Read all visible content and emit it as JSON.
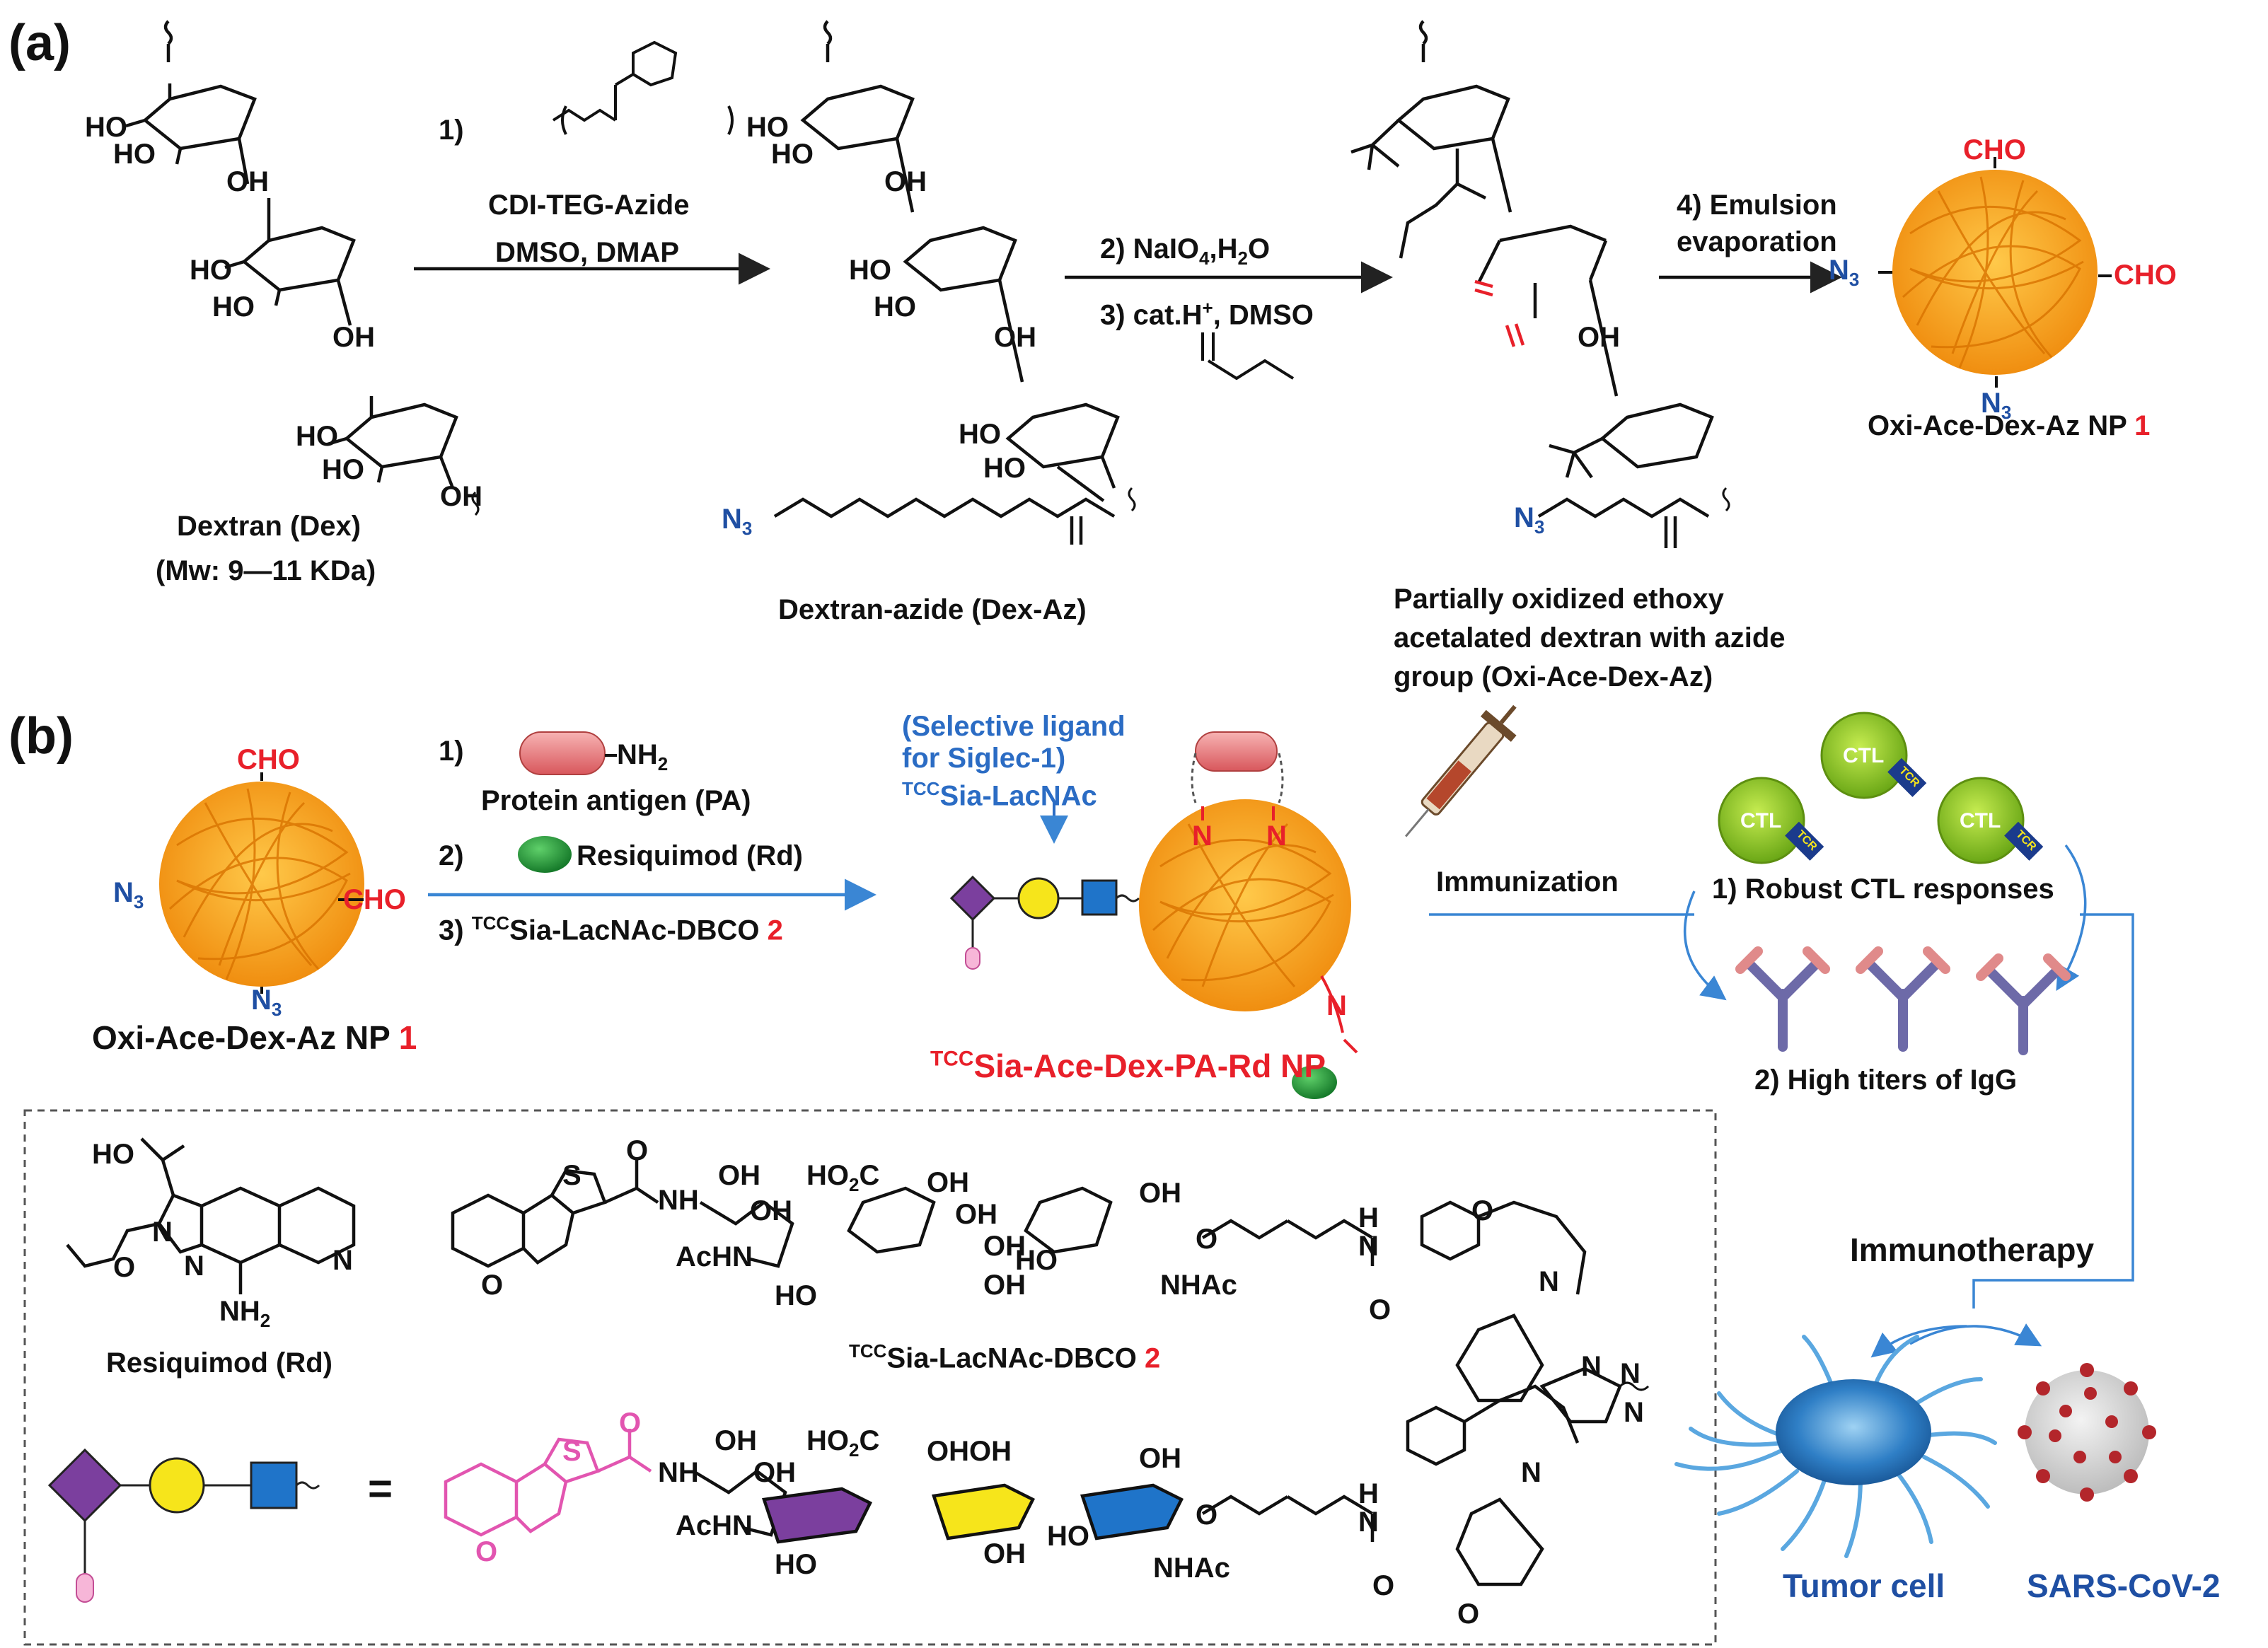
{
  "panels": {
    "a": "(a)",
    "b": "(b)"
  },
  "a": {
    "dextran_label": "Dextran (Dex)",
    "dextran_mw": "(Mw: 9—11 KDa)",
    "step1": "1)",
    "cdi_name": "CDI-TEG-Azide",
    "step1_conditions": "DMSO, DMAP",
    "dexaz_label": "Dextran-azide (Dex-Az)",
    "step2": "2) NaIO",
    "step2_suffix": ",H",
    "step2_end": "O",
    "step3": "3) cat.H",
    "step3_end": ", DMSO",
    "oxi_label_1": "Partially oxidized ethoxy",
    "oxi_label_2": "acetalated dextran with azide",
    "oxi_label_3": "group (Oxi-Ace-Dex-Az)",
    "step4_1": "4) Emulsion",
    "step4_2": "evaporation",
    "np_label": "Oxi-Ace-Dex-Az NP",
    "np_number": "1",
    "cho": "CHO",
    "n3": "N"
  },
  "b": {
    "np_label": "Oxi-Ace-Dex-Az NP",
    "np_number": "1",
    "s1": "1)",
    "s1_nh2": "NH",
    "s1_name": "Protein antigen (PA)",
    "s2": "2)",
    "s2_name": "Resiquimod (Rd)",
    "s3_prefix": "3)",
    "s3_sup": "TCC",
    "s3_name": "Sia-LacNAc-DBCO",
    "s3_number": "2",
    "ligand_1": "(Selective ligand",
    "ligand_2": "for Siglec-1)",
    "ligand_sup": "TCC",
    "ligand_name": "Sia-LacNAc",
    "product_sup": "TCC",
    "product_name": "Sia-Ace-Dex-PA-Rd NP",
    "immunization": "Immunization",
    "ctl": "CTL",
    "tcr": "TCR",
    "robust": "1) Robust CTL responses",
    "igg": "2) High titers of IgG",
    "immunotherapy": "Immunotherapy",
    "tumor": "Tumor cell",
    "sars": "SARS-CoV-2",
    "resiquimod_label": "Resiquimod (Rd)",
    "dbco_sup": "TCC",
    "dbco_name": "Sia-LacNAc-DBCO",
    "dbco_number": "2",
    "equals": "=",
    "atoms": {
      "ho": "HO",
      "oh": "OH",
      "o": "O",
      "s": "S",
      "n": "N",
      "nh": "NH",
      "h": "H",
      "nh2": "NH",
      "acnh": "AcHN",
      "nhac": "NHAc",
      "ho2c": "HO",
      "co2": "C",
      "two": "2"
    }
  },
  "colors": {
    "orange": "#f5a020",
    "red": "#e8202a",
    "blue": "#1f4fa3",
    "lightblue": "#2b6cc4",
    "purple": "#7b3f9e",
    "yellow": "#f6e51b",
    "square_blue": "#1f74c9",
    "pink": "#e255b0",
    "green": "#2e9b3a",
    "ctl_green": "#97d12a"
  }
}
